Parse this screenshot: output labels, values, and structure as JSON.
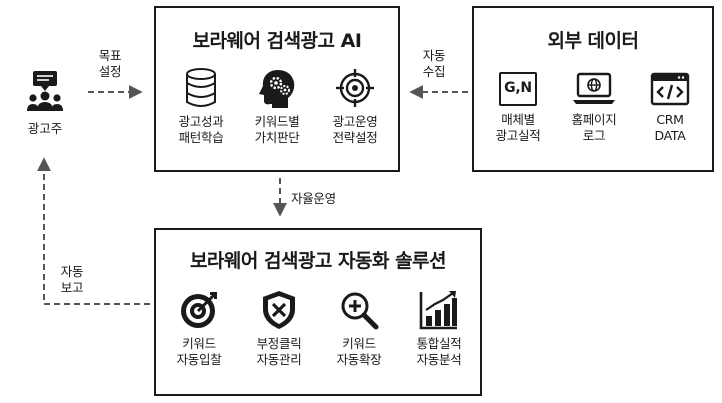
{
  "advertiser": {
    "label": "광고주"
  },
  "flows": {
    "goal_setting": [
      "목표",
      "설정"
    ],
    "auto_collect": [
      "자동",
      "수집"
    ],
    "autonomous_operation": "자율운영",
    "auto_report": [
      "자동",
      "보고"
    ]
  },
  "ai_box": {
    "title": "보라웨어 검색광고 AI",
    "items": [
      {
        "icon": "database-icon",
        "lines": [
          "광고성과",
          "패턴학습"
        ]
      },
      {
        "icon": "brain-head-gears-icon",
        "lines": [
          "키워드별",
          "가치판단"
        ]
      },
      {
        "icon": "crosshair-target-icon",
        "lines": [
          "광고운영",
          "전략설정"
        ]
      }
    ]
  },
  "external_box": {
    "title": "외부 데이터",
    "items": [
      {
        "icon": "gn-logo-icon",
        "icon_text": "G,N",
        "lines": [
          "매체별",
          "광고실적"
        ]
      },
      {
        "icon": "laptop-globe-icon",
        "lines": [
          "홈페이지",
          "로그"
        ]
      },
      {
        "icon": "code-window-icon",
        "lines": [
          "CRM",
          "DATA"
        ]
      }
    ]
  },
  "solution_box": {
    "title": "보라웨어 검색광고 자동화 솔루션",
    "items": [
      {
        "icon": "target-arrow-icon",
        "lines": [
          "키워드",
          "자동입찰"
        ]
      },
      {
        "icon": "shield-x-icon",
        "lines": [
          "부정클릭",
          "자동관리"
        ]
      },
      {
        "icon": "magnifier-plus-icon",
        "lines": [
          "키워드",
          "자동확장"
        ]
      },
      {
        "icon": "bar-chart-growth-icon",
        "lines": [
          "통합실적",
          "자동분석"
        ]
      }
    ]
  },
  "colors": {
    "ink": "#1a1a1a",
    "arrow": "#555555"
  }
}
